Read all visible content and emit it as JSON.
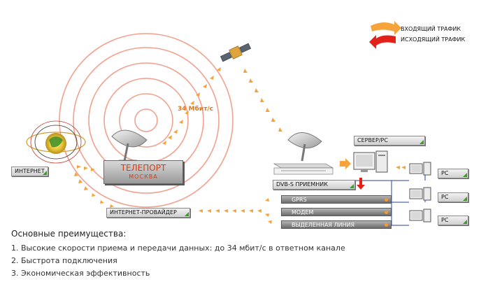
{
  "legend": {
    "incoming": "ВХОДЯЩИЙ ТРАФИК",
    "outgoing": "ИСХОДЯЩИЙ ТРАФИК",
    "incoming_color": "#f5a33a",
    "outgoing_color": "#e32119"
  },
  "nodes": {
    "internet": "ИНТЕРНЕТ",
    "teleport_title": "ТЕЛЕПОРТ",
    "teleport_city": "МОСКВА",
    "provider": "ИНТЕРНЕТ-ПРОВАЙДЕР",
    "dvb": "DVB-S ПРИЕМНИК",
    "server": "СЕРВЕР/PC",
    "pc1": "PC",
    "pc2": "PC",
    "pc3": "PC"
  },
  "channels": [
    "GPRS",
    "МОДЕМ",
    "ВЫДЕЛЕННАЯ ЛИНИЯ"
  ],
  "speed": "34 Мбит/с",
  "advantages": {
    "title": "Основные преимущества:",
    "items": [
      "1. Высокие скорости приема и передачи данных: до 34 мбит/с в ответном канале",
      "2. Быстрота подключения",
      "3. Экономическая эффективность"
    ]
  }
}
